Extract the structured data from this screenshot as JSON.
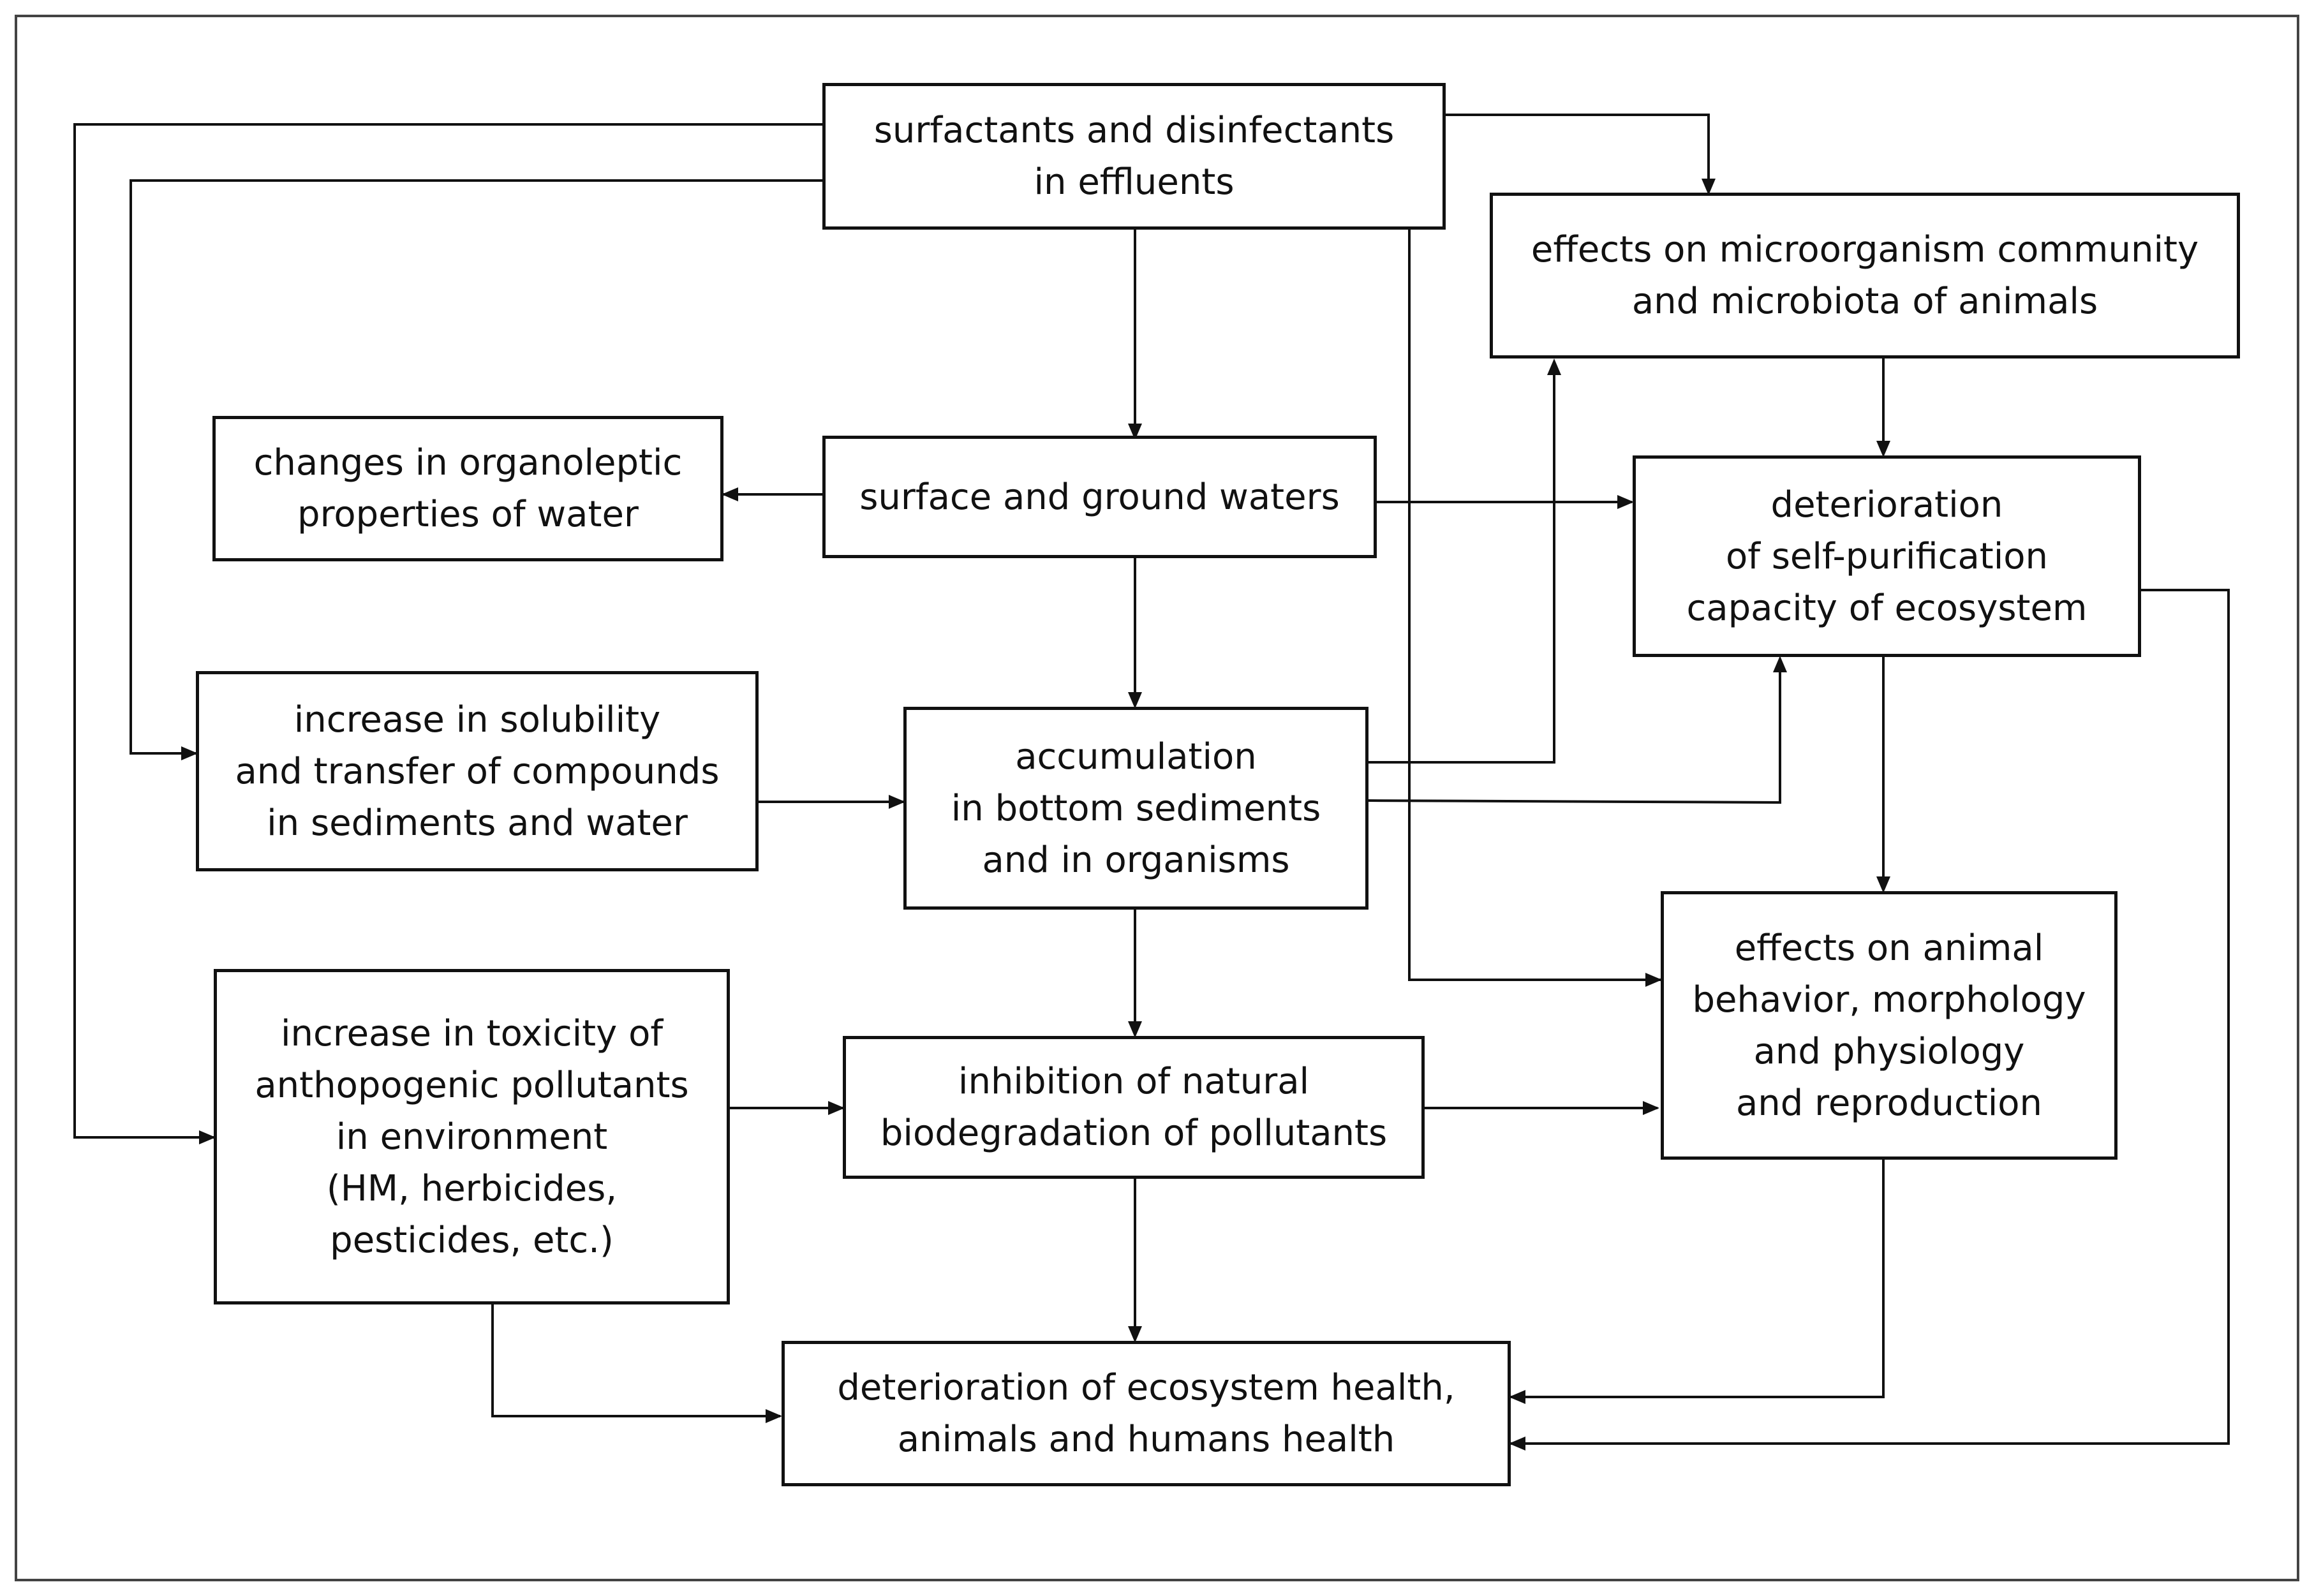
{
  "diagram": {
    "nodes": {
      "surfactants": {
        "lines": [
          "surfactants and disinfectants",
          "in effluents"
        ]
      },
      "microorganism": {
        "lines": [
          "effects on microorganism community",
          "and microbiota of animals"
        ]
      },
      "organoleptic": {
        "lines": [
          "changes in organoleptic",
          "properties of water"
        ]
      },
      "waters": {
        "lines": [
          "surface and ground waters"
        ]
      },
      "self_purification": {
        "lines": [
          "deterioration",
          "of self-purification",
          "capacity of ecosystem"
        ]
      },
      "solubility": {
        "lines": [
          "increase in solubility",
          "and transfer of compounds",
          "in sediments and water"
        ]
      },
      "accumulation": {
        "lines": [
          "accumulation",
          "in bottom sediments",
          "and in organisms"
        ]
      },
      "animal_effects": {
        "lines": [
          "effects on animal",
          "behavior, morphology",
          "and physiology",
          "and reproduction"
        ]
      },
      "toxicity": {
        "lines": [
          "increase in toxicity of",
          "anthopogenic pollutants",
          "in environment",
          "(HM, herbicides,",
          "pesticides, etc.)"
        ]
      },
      "inhibition": {
        "lines": [
          "inhibition of natural",
          "biodegradation of pollutants"
        ]
      },
      "health": {
        "lines": [
          "deterioration of ecosystem health,",
          "animals and humans health"
        ]
      }
    },
    "edges": [
      {
        "from": "surfactants",
        "to": "waters"
      },
      {
        "from": "surfactants",
        "to": "microorganism"
      },
      {
        "from": "surfactants",
        "to": "solubility"
      },
      {
        "from": "surfactants",
        "to": "toxicity"
      },
      {
        "from": "surfactants",
        "to": "animal_effects"
      },
      {
        "from": "waters",
        "to": "organoleptic"
      },
      {
        "from": "waters",
        "to": "self_purification"
      },
      {
        "from": "waters",
        "to": "accumulation"
      },
      {
        "from": "microorganism",
        "to": "self_purification"
      },
      {
        "from": "solubility",
        "to": "accumulation"
      },
      {
        "from": "accumulation",
        "to": "microorganism"
      },
      {
        "from": "accumulation",
        "to": "self_purification"
      },
      {
        "from": "accumulation",
        "to": "inhibition"
      },
      {
        "from": "self_purification",
        "to": "animal_effects"
      },
      {
        "from": "self_purification",
        "to": "health"
      },
      {
        "from": "toxicity",
        "to": "inhibition"
      },
      {
        "from": "toxicity",
        "to": "health"
      },
      {
        "from": "inhibition",
        "to": "animal_effects"
      },
      {
        "from": "inhibition",
        "to": "health"
      },
      {
        "from": "animal_effects",
        "to": "health"
      }
    ]
  }
}
